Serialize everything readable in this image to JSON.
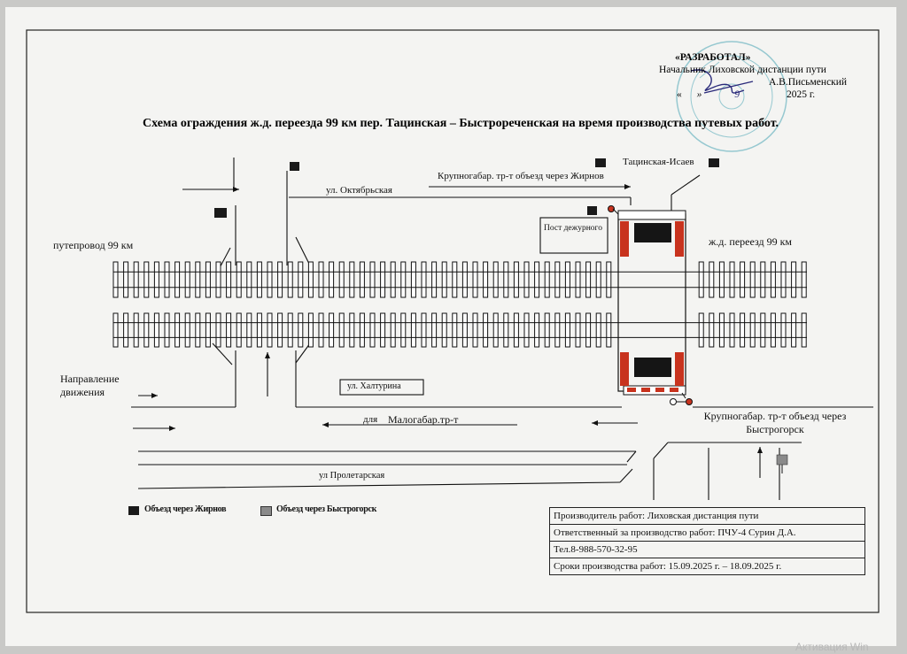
{
  "approval": {
    "heading": "«РАЗРАБОТАЛ»",
    "position": "Начальник Лиховской дистанции пути",
    "name": "А.В.Письменский",
    "date_day": "«",
    "date_day_close": "»",
    "date_month": "9",
    "date_year": "2025 г."
  },
  "title": "Схема ограждения ж.д. переезда 99 км пер. Тацинская – Быстрореченская на время производства путевых работ.",
  "labels": {
    "street_oktyabrskaya": "ул. Октябрьская",
    "bypass_zhirnov": "Крупногабар. тр-т объезд через Жирнов",
    "tatsinskaya_isaev": "Тацинская-Исаев",
    "overpass": "путепровод 99 км",
    "duty_post": "Пост дежурного",
    "crossing": "ж.д. переезд 99 км",
    "direction": "Направление движения",
    "street_khalturina": "ул. Халтурина",
    "small_vehicles_prefix": "для",
    "small_vehicles": "Малогабар.тр-т",
    "bypass_bystrogorsk": "Крупногабар. тр-т объезд через Быстрогорск",
    "street_proletarskaya": "ул Пролетарская"
  },
  "legend": {
    "zhirnov": "Объезд через Жирнов",
    "bystrogorsk": "Объезд через Быстрогорск"
  },
  "info": {
    "producer": "Производитель работ: Лиховская дистанция пути",
    "responsible": "Ответственный за производство работ: ПЧУ-4 Сурин Д.А.",
    "phone": "Тел.8-988-570-32-95",
    "terms": "Сроки производства работ: 15.09.2025 г. – 18.09.2025 г."
  },
  "watermark": "Активация Win",
  "colors": {
    "sign_black": "#1a1a1a",
    "sign_gray": "#8a8a8a",
    "barrier_red": "#c8331e",
    "paper": "#f4f4f2"
  }
}
